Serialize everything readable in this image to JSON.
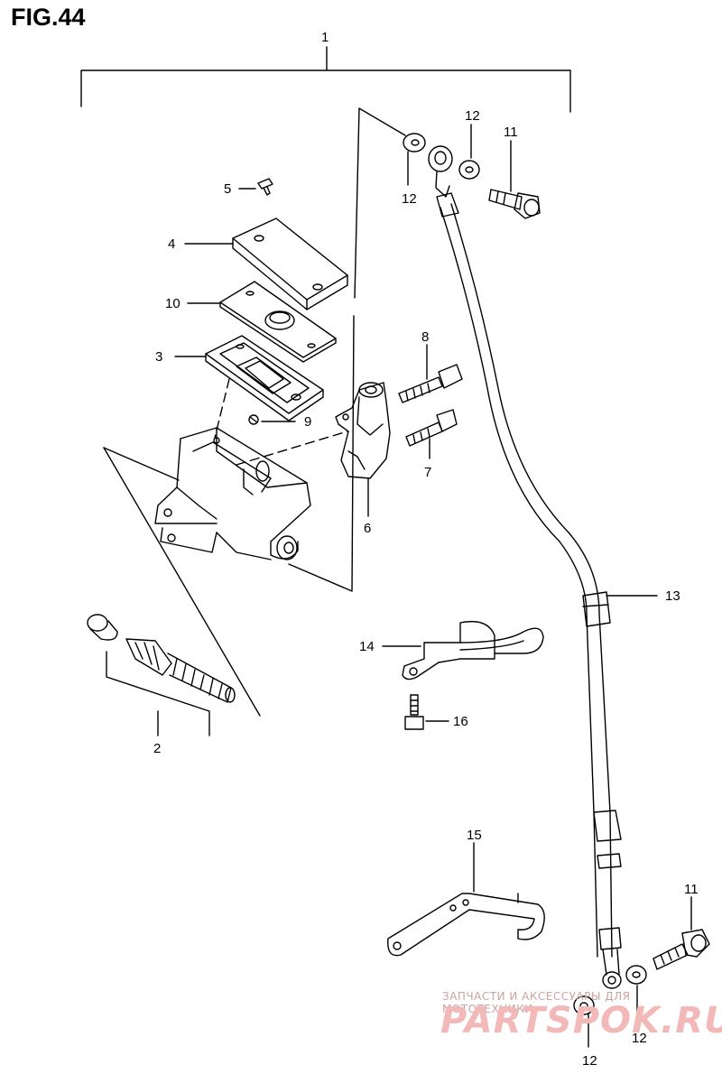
{
  "figure": {
    "title": "FIG.44"
  },
  "callouts": {
    "c1": "1",
    "c2": "2",
    "c3": "3",
    "c4": "4",
    "c5": "5",
    "c6": "6",
    "c7": "7",
    "c8": "8",
    "c9": "9",
    "c10": "10",
    "c11a": "11",
    "c11b": "11",
    "c12a": "12",
    "c12b": "12",
    "c12c": "12",
    "c12d": "12",
    "c13": "13",
    "c14": "14",
    "c15": "15",
    "c16": "16"
  },
  "watermark": {
    "tagline": "ЗАПЧАСТИ И АКСЕССУАРЫ ДЛЯ МОТОТЕХНИКИ",
    "logo": "PARTSPOK.RU"
  },
  "colors": {
    "line": "#000000",
    "watermark": "#f3b8b8",
    "background": "#ffffff"
  }
}
